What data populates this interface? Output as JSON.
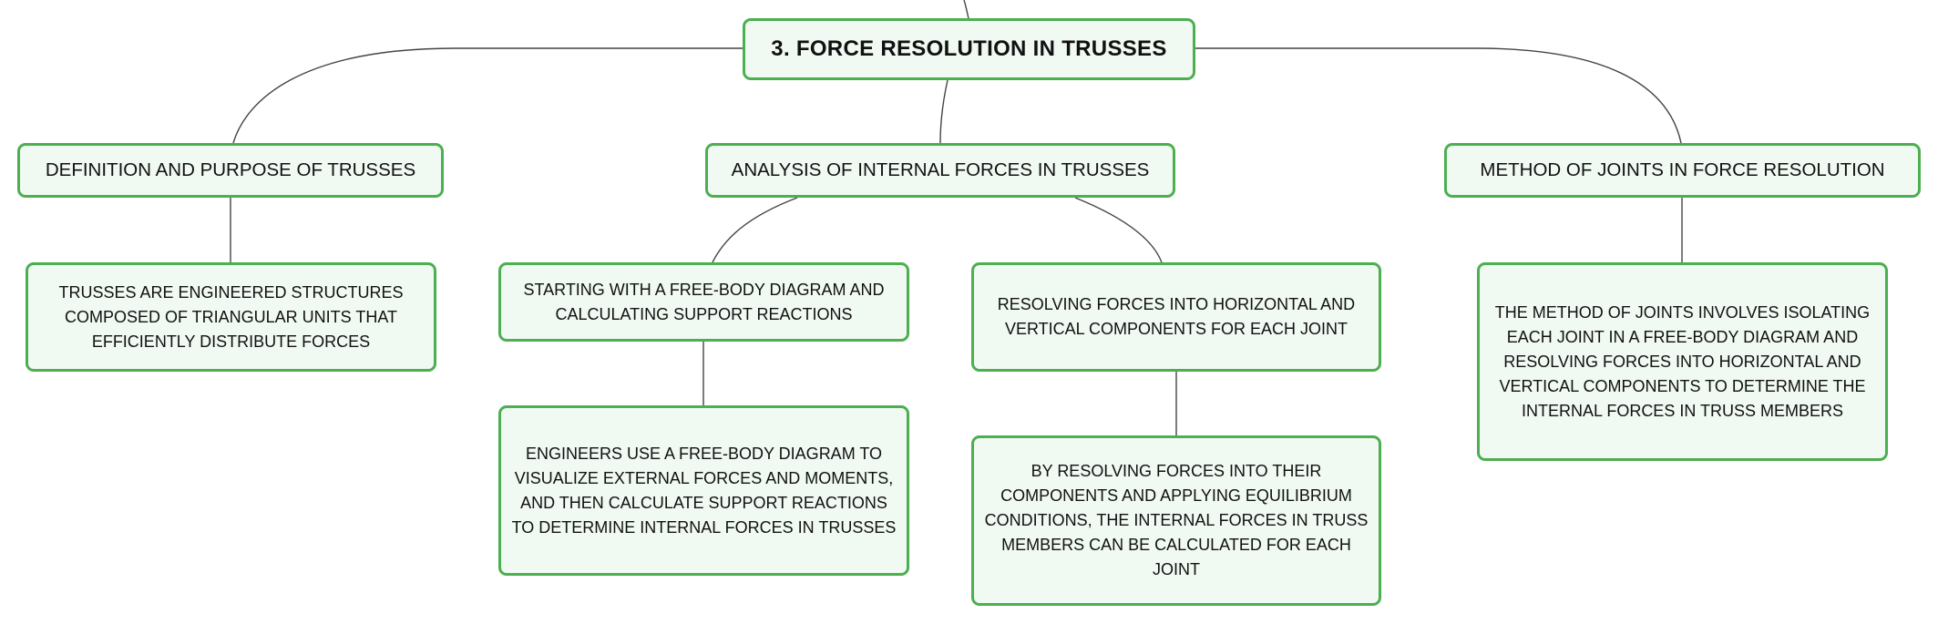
{
  "colors": {
    "border": "#4caf50",
    "fill": "#f1f9f3",
    "connector": "#444444",
    "text": "#111111"
  },
  "root": {
    "label": "3. FORCE RESOLUTION IN TRUSSES"
  },
  "topics": [
    {
      "label": "DEFINITION AND PURPOSE OF TRUSSES",
      "children": [
        {
          "label": "TRUSSES ARE ENGINEERED STRUCTURES COMPOSED OF TRIANGULAR UNITS THAT EFFICIENTLY DISTRIBUTE FORCES"
        }
      ]
    },
    {
      "label": "ANALYSIS OF INTERNAL FORCES IN TRUSSES",
      "children": [
        {
          "label": "STARTING WITH A FREE-BODY DIAGRAM AND CALCULATING SUPPORT REACTIONS",
          "children": [
            {
              "label": "ENGINEERS USE A FREE-BODY DIAGRAM TO VISUALIZE EXTERNAL FORCES AND MOMENTS, AND THEN CALCULATE SUPPORT REACTIONS TO DETERMINE INTERNAL FORCES IN TRUSSES"
            }
          ]
        },
        {
          "label": "RESOLVING FORCES INTO HORIZONTAL AND VERTICAL COMPONENTS FOR EACH JOINT",
          "children": [
            {
              "label": "BY RESOLVING FORCES INTO THEIR COMPONENTS AND APPLYING EQUILIBRIUM CONDITIONS, THE INTERNAL FORCES IN TRUSS MEMBERS CAN BE CALCULATED FOR EACH JOINT"
            }
          ]
        }
      ]
    },
    {
      "label": "METHOD OF JOINTS IN FORCE RESOLUTION",
      "children": [
        {
          "label": "THE METHOD OF JOINTS INVOLVES ISOLATING EACH JOINT IN A FREE-BODY DIAGRAM AND RESOLVING FORCES INTO HORIZONTAL AND VERTICAL COMPONENTS TO DETERMINE THE INTERNAL FORCES IN TRUSS MEMBERS"
        }
      ]
    }
  ]
}
